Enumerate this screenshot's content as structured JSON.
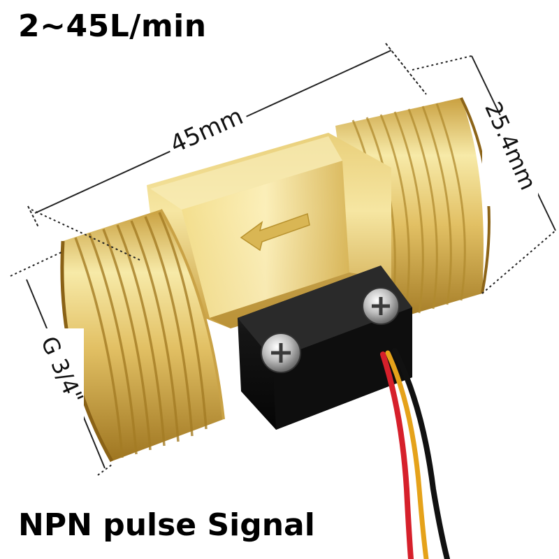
{
  "image": {
    "headline": "2~45L/min",
    "footer": "NPN pulse Signal",
    "dimensions": {
      "length": "45mm",
      "thread_width": "25.4mm",
      "thread_size": "G 3/4\""
    },
    "colors": {
      "brass_light": "#F6E7A0",
      "brass_mid": "#D9B24E",
      "brass_dark": "#A67C1E",
      "sensor_housing": "#1A1A1A",
      "wire_red": "#D6202B",
      "wire_black": "#111111",
      "wire_yellow": "#E5A21A"
    }
  }
}
